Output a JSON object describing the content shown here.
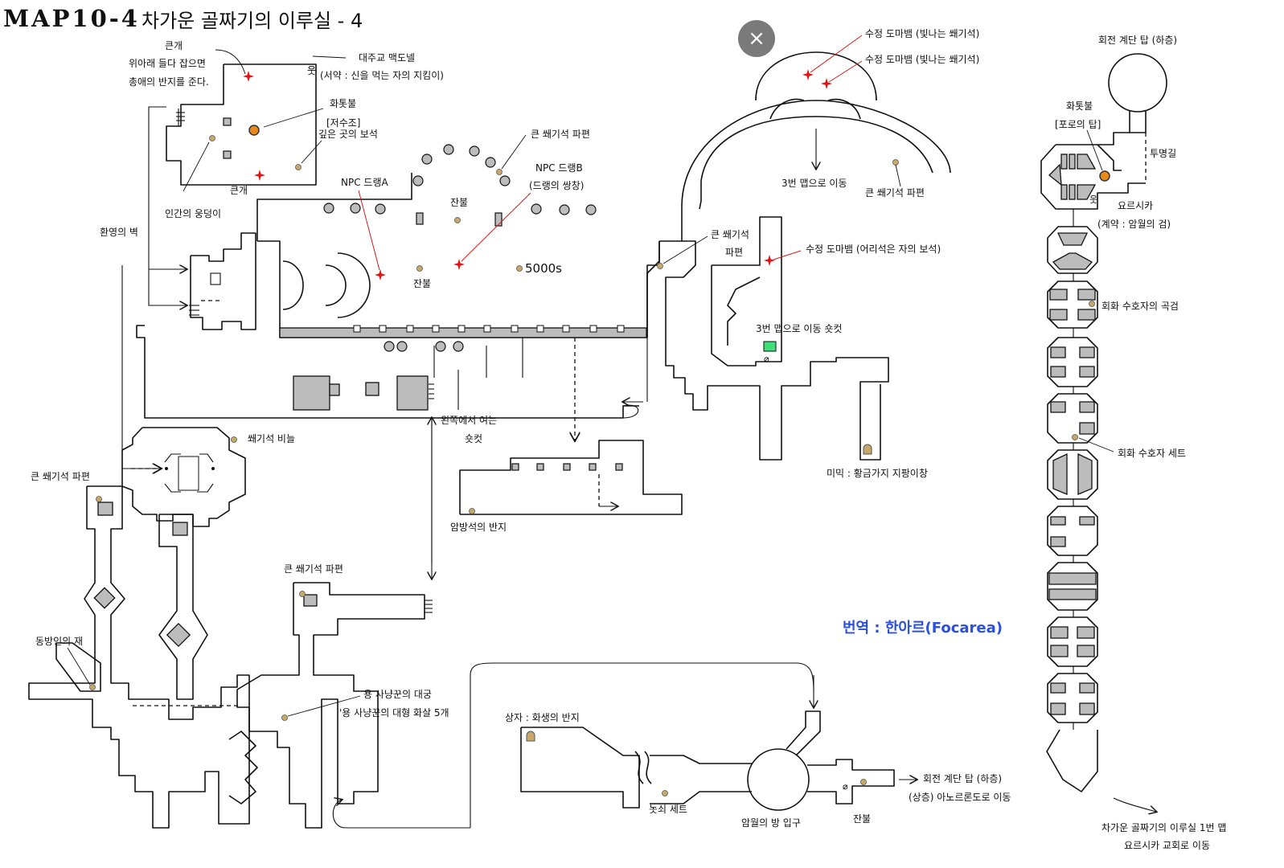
{
  "map": {
    "title_code": "MAP10-4",
    "title_name": "차가운 골짜기의 이루실 - 4",
    "credit": "번역 : 한아르(Focarea)"
  },
  "labels": {
    "big_dog": "큰개",
    "big_dog_desc1": "위아래 들다 잡으면",
    "big_dog_desc2": "총애의 반지를 준다.",
    "mcdonnell": "대주교 맥도넬",
    "mcdonnell_oath": "(서약 : 신을 먹는 자의 지킴이)",
    "bonfire1": "화톳불",
    "reservoir": "[저수조]",
    "deep_gem": "깊은 곳의 보석",
    "big_dog2": "큰개",
    "human_puddle": "인간의 웅덩이",
    "illusory_wall": "환영의 벽",
    "npc_a": "NPC 드랭A",
    "npc_b": "NPC 드랭B",
    "drang_spear": "(드랭의 쌍창)",
    "large_titanite_shard1": "큰 쐐기석 파편",
    "ember1": "잔불",
    "ember2": "잔불",
    "souls": "5000s",
    "crystal_lizard1": "수정 도마뱀 (빛나는 쐐기석)",
    "crystal_lizard2": "수정 도마뱀 (빛나는 쐐기석)",
    "move_map3": "3번 맵으로 이동",
    "large_titanite_shard2": "큰 쐐기석 파편",
    "large_titanite_shard3": "큰 쐐기석",
    "large_titanite_shard3b": "파편",
    "crystal_lizard3": "수정 도마뱀 (어리석은 자의 보석)",
    "shortcut_map3": "3번 맵으로 이동 숏컷",
    "mimic": "미믹 : 황금가지 지팡이창",
    "left_shortcut1": "왼쪽에서 여는",
    "left_shortcut2": "숏컷",
    "titanite_scale": "쐐기석 비늘",
    "large_titanite_shard4": "큰 쐐기석 파편",
    "ring_of_darkstone": "암방석의 반지",
    "large_titanite_shard5": "큰 쐐기석 파편",
    "eastern_ash": "동방인의 재",
    "dragonslayer_greatbow": "용 사냥꾼의 대궁",
    "dragonslayer_arrows": "'용 사냥꾼의 대형 화살 5개",
    "chest_ring": "상자 : 화생의 반지",
    "brass_set": "놋쇠 세트",
    "darkmoon_entrance": "암월의 방 입구",
    "ember3": "잔불",
    "to_tower": "회전 계단 탑 (하층)",
    "to_anor": "(상층) 아노르론도로 이동",
    "tower_title": "회전 계단 탑 (하층)",
    "bonfire2": "화톳불",
    "tower_bonfire": "[포로의 탑]",
    "invisible_path": "투명길",
    "yorshka": "요르시카",
    "yorshka_oath": "(계약 : 암월의 검)",
    "painting_sword": "회화 수호자의 곡검",
    "painting_set": "회화 수호자 세트",
    "to_map1_a": "차가운 골짜기의 이루실 1번 맵",
    "to_map1_b": "요르시카 교회로 이동"
  },
  "ui": {
    "close_icon_glyph": "×"
  },
  "colors": {
    "marker_red": "#e01515",
    "item_dot": "#c8a86a",
    "bonfire_orange": "#e8891c",
    "shortcut_green": "#3ee07a",
    "credit_blue": "#2b50e0"
  }
}
